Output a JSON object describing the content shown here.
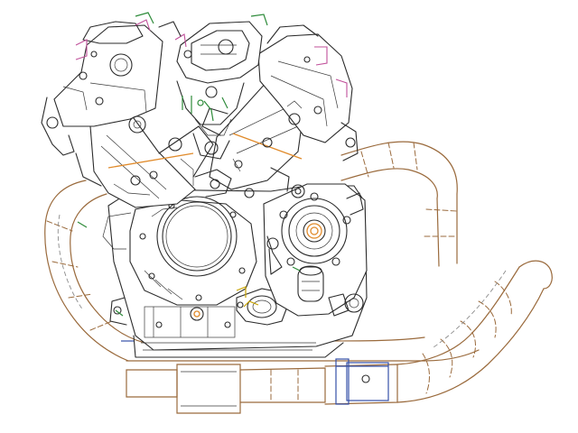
{
  "image": {
    "subject": "v-twin-engine-technical-line-drawing",
    "colors": {
      "outline": "#2b2b2b",
      "exhaust": "#9a6a3c",
      "accent_orange": "#e08a2a",
      "accent_green": "#2e8b3a",
      "accent_pink": "#c0509a",
      "accent_blue": "#3550a8",
      "accent_yellow": "#c9a400",
      "background": "#ffffff"
    },
    "parts": [
      "left-cylinder-head",
      "right-cylinder-head",
      "throttle-body",
      "crankcase",
      "alternator-cover",
      "clutch-cover",
      "water-pump",
      "oil-filter",
      "front-exhaust-header",
      "rear-exhaust-header",
      "collector-pipe",
      "exhaust-outlet"
    ]
  }
}
